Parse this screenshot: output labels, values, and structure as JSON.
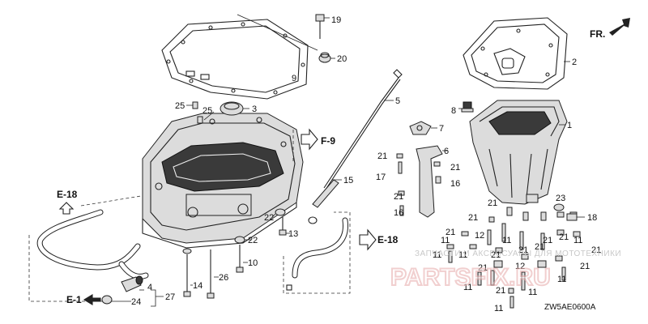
{
  "diagram": {
    "code": "ZW5AE0600A",
    "direction_label": "FR."
  },
  "references": {
    "f9": "F-9",
    "e18_left": "E-18",
    "e18_right": "E-18",
    "e1": "E-1"
  },
  "callouts": {
    "n19": "19",
    "n20": "20",
    "n9": "9",
    "n2": "2",
    "n25a": "25",
    "n25b": "25",
    "n3": "3",
    "n5": "5",
    "n8": "8",
    "n7": "7",
    "n1": "1",
    "n6": "6",
    "n21a": "21",
    "n21b": "21",
    "n17": "17",
    "n21c": "21",
    "n16a": "16",
    "n21d": "21",
    "n16b": "16",
    "n15": "15",
    "n22a": "22",
    "n13": "13",
    "n22b": "22",
    "n10": "10",
    "n26": "26",
    "n14": "14",
    "n4": "4",
    "n24": "24",
    "n27": "27",
    "n23": "23",
    "n18": "18",
    "n21e": "21",
    "n21f": "21",
    "n21g": "21",
    "n11a": "11",
    "n12a": "12",
    "n21h": "21",
    "n11b": "11",
    "n11c": "11",
    "n21i": "21",
    "n11d": "11",
    "n11e": "11",
    "n21j": "21",
    "n21k": "21",
    "n11f": "11",
    "n12b": "12",
    "n21l": "21",
    "n11g": "11",
    "n21m": "21",
    "n11h": "11",
    "n11i": "11",
    "n21n": "21",
    "n11j": "11",
    "n11k": "11",
    "n21o": "21",
    "n21p": "21"
  },
  "watermark": {
    "caption": "ЗАПЧАСТИ И АКСЕССУАРЫ ДЛЯ МОТОТЕХНИКИ",
    "brand": "PARTSFIX.RU"
  }
}
